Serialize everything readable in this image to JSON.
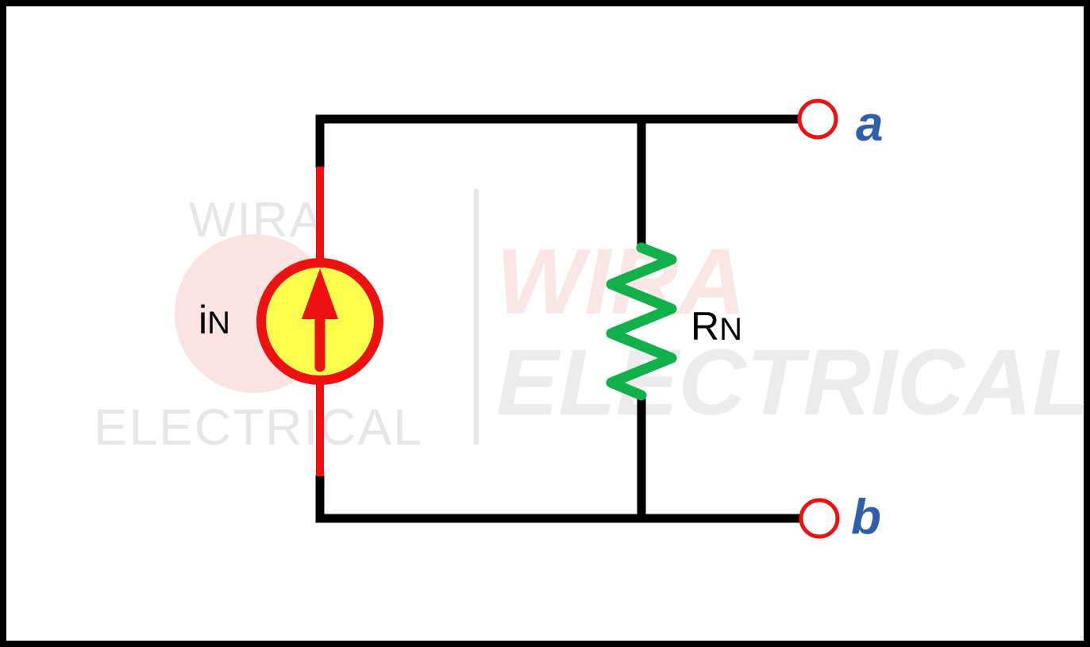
{
  "diagram": {
    "source_label": {
      "main": "i",
      "sub": "N"
    },
    "resistor_label": {
      "main": "R",
      "sub": "N"
    },
    "terminal_a": "a",
    "terminal_b": "b"
  },
  "watermark": {
    "left_top": "WIRA",
    "left_bottom": "ELECTRICAL",
    "right_top": "WIRA",
    "right_bottom": "ELECTRICAL"
  },
  "colors": {
    "wire": "#000000",
    "source_fill": "#ffff4d",
    "source_stroke": "#ee1111",
    "resistor": "#12b04a",
    "terminal_circle": "#ee1111",
    "terminal_label": "#2e5fa8"
  }
}
